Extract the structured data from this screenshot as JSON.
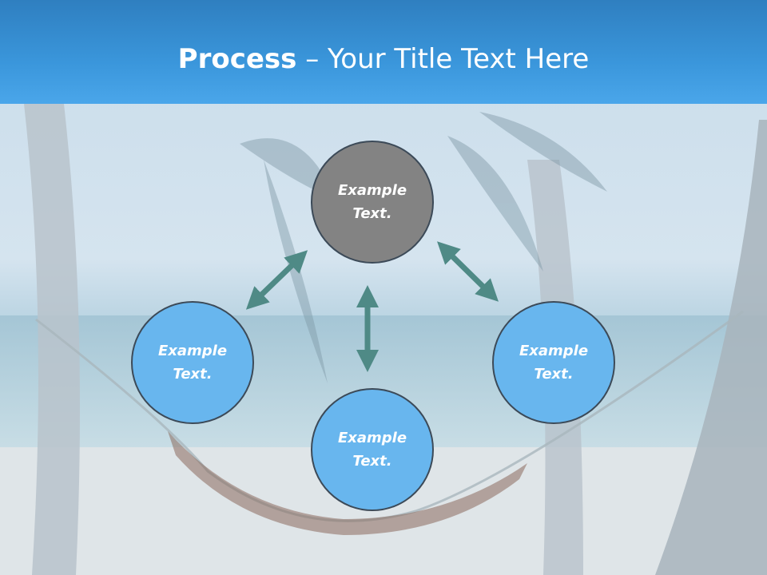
{
  "slide": {
    "title_bold": "Process",
    "title_dash": " – ",
    "title_rest": "Your Title Text Here"
  },
  "nodes": {
    "top": "Example Text.",
    "left": "Example Text.",
    "right": "Example Text.",
    "bottom": "Example Text."
  },
  "colors": {
    "header": "#3a96db",
    "node_gray": "#838383",
    "node_blue": "#68b6ee",
    "node_border": "#3c4a58",
    "arrow": "#4f8a86"
  }
}
